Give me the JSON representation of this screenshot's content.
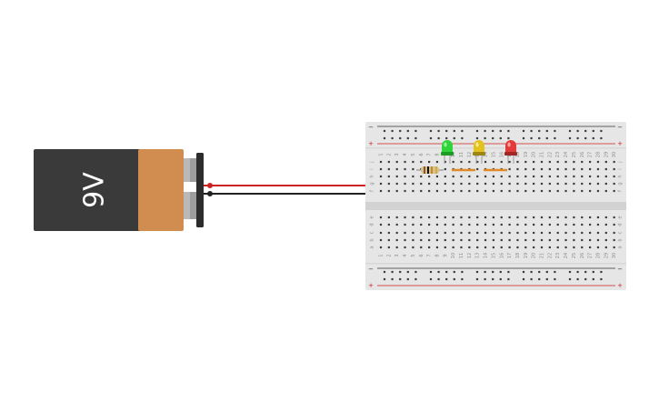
{
  "battery": {
    "label": "9V",
    "body_color": "#3a3a3a",
    "band_color": "#d18c4f"
  },
  "breadboard": {
    "columns": 30,
    "top_row_letters": [
      "j",
      "i",
      "h",
      "g",
      "f"
    ],
    "bottom_row_letters": [
      "e",
      "d",
      "c",
      "b",
      "a"
    ],
    "rail_minus_symbol": "−",
    "rail_plus_symbol": "+",
    "column_numbers": [
      "1",
      "2",
      "3",
      "4",
      "5",
      "6",
      "7",
      "8",
      "9",
      "10",
      "11",
      "12",
      "13",
      "14",
      "15",
      "16",
      "17",
      "18",
      "19",
      "20",
      "21",
      "22",
      "23",
      "24",
      "25",
      "26",
      "27",
      "28",
      "29",
      "30"
    ]
  },
  "components": {
    "leds": [
      {
        "color_name": "green",
        "color": "#2fd43a"
      },
      {
        "color_name": "yellow",
        "color": "#e4c21d"
      },
      {
        "color_name": "red",
        "color": "#e23b3b"
      }
    ],
    "resistor_bands": [
      "#8b5a2b",
      "#111111",
      "#c08a2a",
      "#d4af37"
    ],
    "jumper_color": "#e08a2a"
  },
  "wires": {
    "positive_color": "#cc2222",
    "negative_color": "#222222"
  }
}
